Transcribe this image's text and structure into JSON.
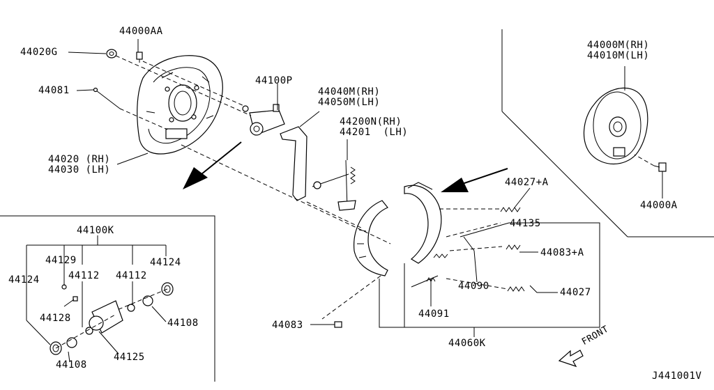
{
  "labels": {
    "p44000AA": "44000AA",
    "p44020G": "44020G",
    "p44081": "44081",
    "p44020": "44020 (RH)",
    "p44030": "44030 (LH)",
    "p44100P": "44100P",
    "p44040M": "44040M(RH)",
    "p44050M": "44050M(LH)",
    "p44200N": "44200N(RH)",
    "p44201": "44201  (LH)",
    "p44000M": "44000M(RH)",
    "p44010M": "44010M(LH)",
    "p44027A": "44027+A",
    "p44000A": "44000A",
    "p44135": "44135",
    "p44083A": "44083+A",
    "p44090": "44090",
    "p44027": "44027",
    "p44091": "44091",
    "p44083": "44083",
    "p44060K": "44060K",
    "p44100K": "44100K",
    "p44129": "44129",
    "p44124a": "44124",
    "p44112a": "44112",
    "p44112b": "44112",
    "p44124b": "44124",
    "p44128": "44128",
    "p44108a": "44108",
    "p44108b": "44108",
    "p44125": "44125"
  },
  "front_label": "FRONT",
  "diagram_code": "J441001V"
}
